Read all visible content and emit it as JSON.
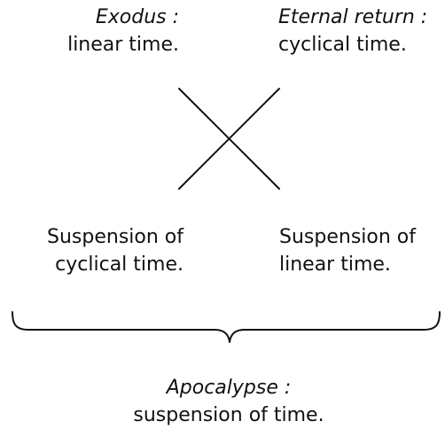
{
  "diagram": {
    "top_left": {
      "title": "Exodus :",
      "text": "linear time."
    },
    "top_right": {
      "title": "Eternal return :",
      "text": "cyclical time."
    },
    "bottom_left": {
      "line1": "Suspension of",
      "line2": "cyclical time."
    },
    "bottom_right": {
      "line1": "Suspension of",
      "line2": "linear time."
    },
    "bottom": {
      "title": "Apocalypse :",
      "text": "suspension of time."
    }
  }
}
